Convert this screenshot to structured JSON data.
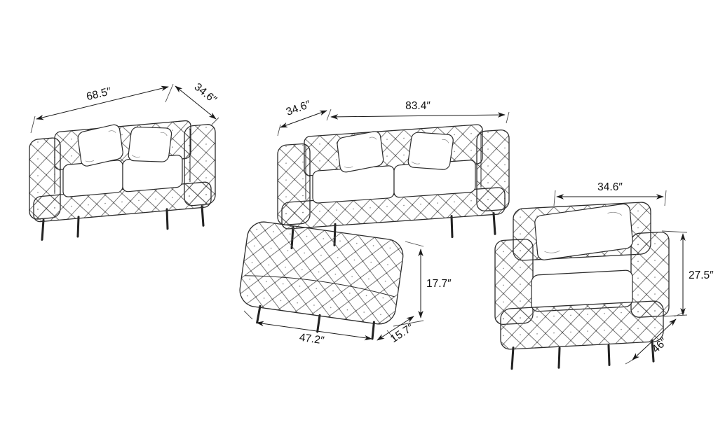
{
  "diagram": {
    "background_color": "#ffffff",
    "line_color": "#2b2b2b",
    "pieces": [
      {
        "id": "loveseat",
        "width_label": "68.5″",
        "depth_label": "34.6″"
      },
      {
        "id": "sofa",
        "width_label": "83.4″",
        "depth_label": "34.6″"
      },
      {
        "id": "ottoman",
        "width_label": "47.2″",
        "depth_label": "15.7″",
        "height_label": "17.7″"
      },
      {
        "id": "armchair",
        "width_label": "34.6″",
        "depth_label": "46″",
        "height_label": "27.5″"
      }
    ]
  }
}
